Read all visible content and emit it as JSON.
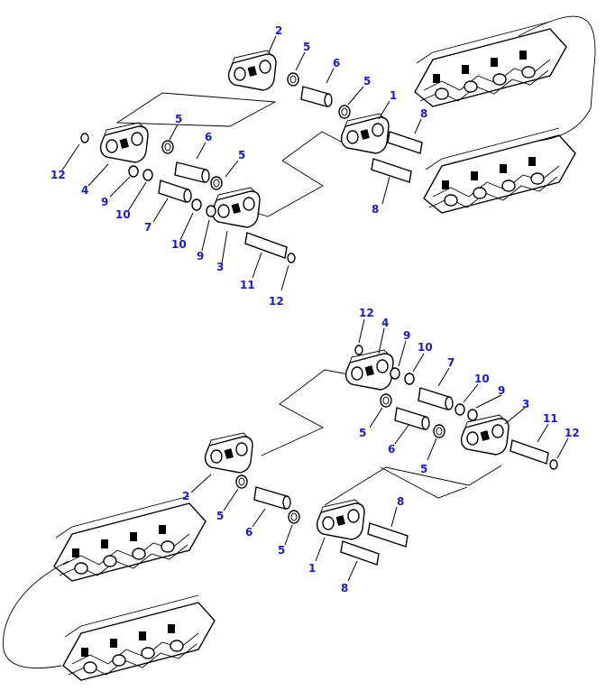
{
  "diagram": {
    "colors": {
      "callout": "#1a1ad0",
      "line": "#000000",
      "background": "#ffffff"
    },
    "callouts": {
      "c1": "1",
      "c2": "2",
      "c3": "3",
      "c4": "4",
      "c5": "5",
      "c6": "6",
      "c7": "7",
      "c8": "8",
      "c9": "9",
      "c10": "10",
      "c11": "11",
      "c12": "12"
    }
  }
}
